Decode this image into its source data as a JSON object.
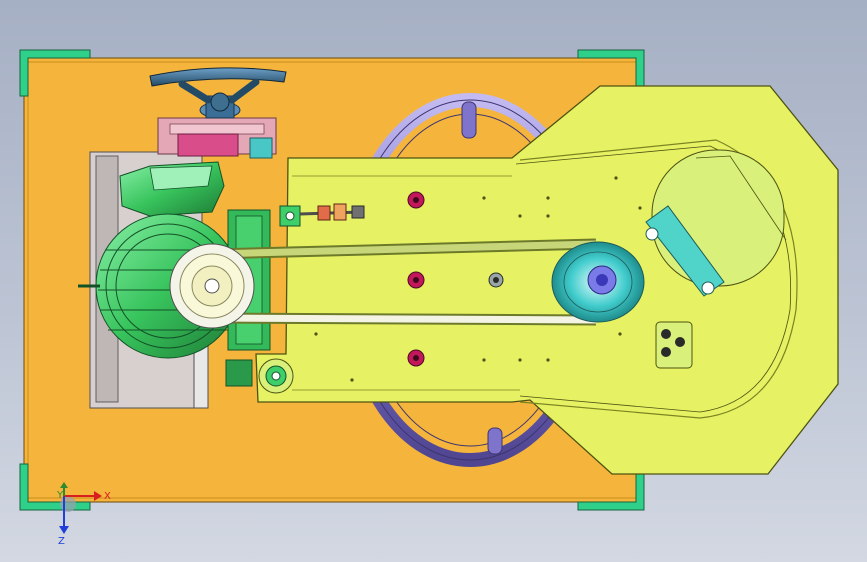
{
  "viewport": {
    "background_top": "#a6b0c4",
    "background_bottom": "#d3d8e2"
  },
  "triad": {
    "x_label": "X",
    "y_label": "Y",
    "z_label": "Z",
    "x_color": "#d91e1e",
    "y_color": "#2e8b2e",
    "z_color": "#1e3fd9"
  },
  "colors": {
    "base_plate": "#f5b53c",
    "corner_pad": "#2fd08a",
    "belt_guard": "#e6f263",
    "motor": "#3ecf6b",
    "handwheel": "#3f6f8f",
    "wheel_ring": "#8c82d8",
    "pulley": "#2fc7c7",
    "hole": "#c2185b",
    "window": "#d9f07a"
  },
  "icons": {
    "triad": "xyz-axis-triad-icon"
  }
}
